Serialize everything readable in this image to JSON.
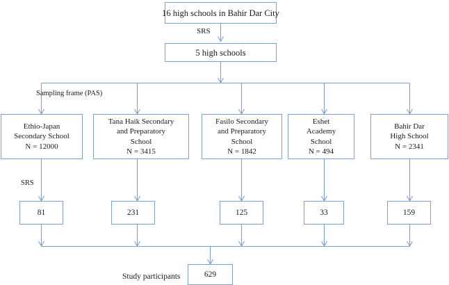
{
  "diagram": {
    "title_box": {
      "text": "16 high schools in Bahir Dar City"
    },
    "stage2_box": {
      "text": "5 high schools"
    },
    "labels": {
      "srs_top": "SRS",
      "sampling_frame": "Sampling frame (PAS)",
      "srs_second": "SRS",
      "study_participants": "Study participants"
    },
    "schools": [
      {
        "name_lines": [
          "Ethio-Japan",
          "Secondary School"
        ],
        "population": "N = 12000",
        "sample": "81"
      },
      {
        "name_lines": [
          "Tana Haik Secondary",
          "and Preparatory",
          "School"
        ],
        "population": "N = 3415",
        "sample": "231"
      },
      {
        "name_lines": [
          "Fasilo Secondary",
          "and Preparatory",
          "School"
        ],
        "population": "N = 1842",
        "sample": "125"
      },
      {
        "name_lines": [
          "Eshet",
          "Academy",
          "School"
        ],
        "population": "N = 494",
        "sample": "33"
      },
      {
        "name_lines": [
          "Bahir Dar",
          "High School"
        ],
        "population": "N = 2341",
        "sample": "159"
      }
    ],
    "total_box": {
      "text": "629"
    },
    "colors": {
      "border": "#7d9fd3",
      "connector": "#7d9fd3",
      "text": "#1a1a1a",
      "background": "#ffffff"
    }
  }
}
